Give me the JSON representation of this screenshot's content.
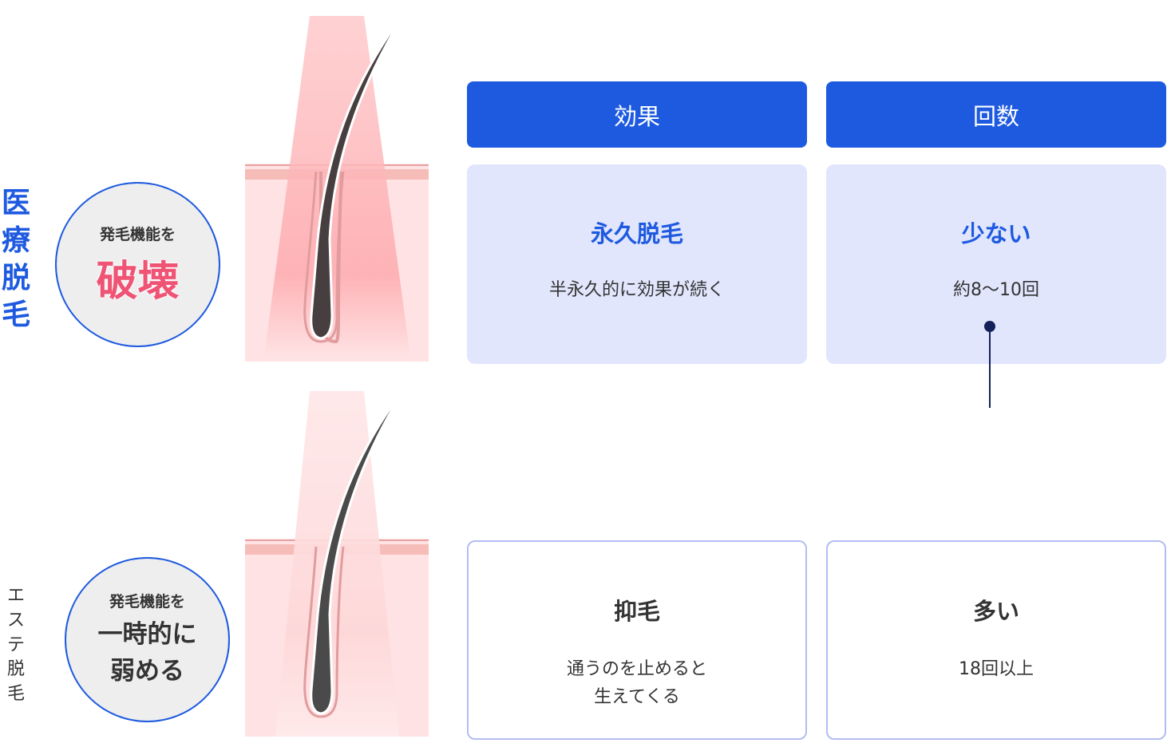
{
  "rows": [
    {
      "label_chars": [
        "医",
        "療",
        "脱",
        "毛"
      ],
      "circle_small": "発毛機能を",
      "circle_big": [
        "破壊"
      ],
      "effect": {
        "title": "永久脱毛",
        "desc": [
          "半永久的に効果が続く"
        ]
      },
      "count": {
        "title": "少ない",
        "desc": [
          "約8〜10回"
        ]
      }
    },
    {
      "label_chars": [
        "エ",
        "ス",
        "テ",
        "脱",
        "毛"
      ],
      "circle_small": "発毛機能を",
      "circle_big": [
        "一時的に",
        "弱める"
      ],
      "effect": {
        "title": "抑毛",
        "desc": [
          "通うのを止めると",
          "生えてくる"
        ]
      },
      "count": {
        "title": "多い",
        "desc": [
          "18回以上"
        ]
      }
    }
  ],
  "headers": {
    "effect": "効果",
    "count": "回数"
  },
  "colors": {
    "accent": "#1e5ae0",
    "highlight": "#f05475",
    "card_bg": "#e1e6fd"
  }
}
